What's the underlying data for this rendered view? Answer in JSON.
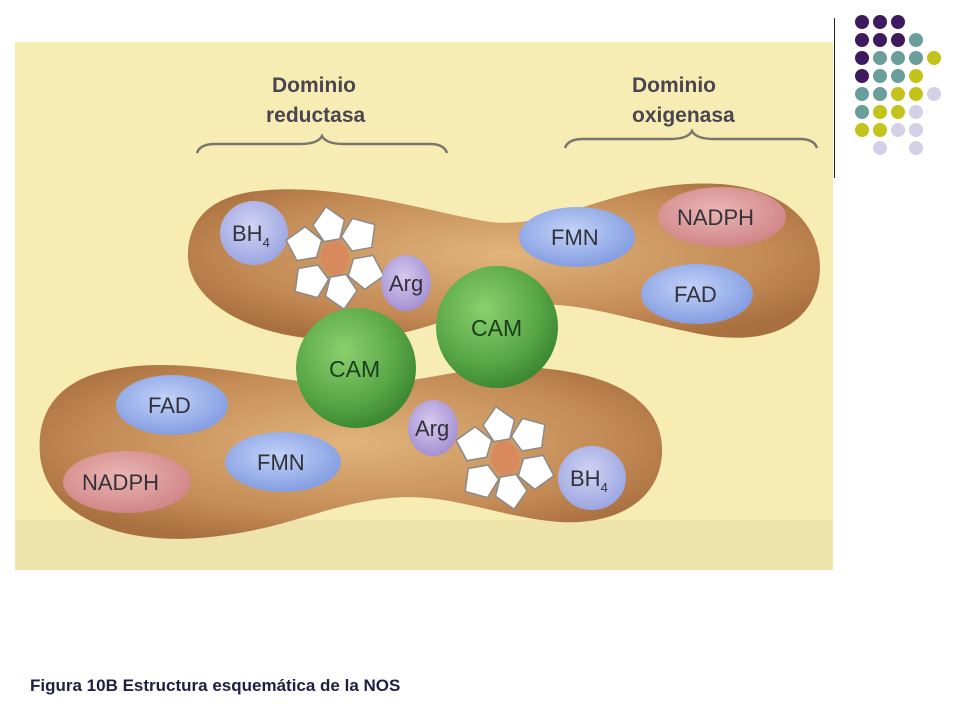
{
  "diagram": {
    "domains": {
      "reductase": [
        "Dominio",
        "reductasa"
      ],
      "oxygenase": [
        "Dominio",
        "oxigenasa"
      ]
    },
    "top_molecule": {
      "bh4": "BH",
      "bh4_sub": "4",
      "arg": "Arg",
      "fmn": "FMN",
      "nadph": "NADPH",
      "fad": "FAD"
    },
    "calmodulin": {
      "top": "CAM",
      "bottom": "CAM"
    },
    "bottom_molecule": {
      "fad": "FAD",
      "fmn": "FMN",
      "nadph": "NADPH",
      "arg": "Arg",
      "bh4": "BH",
      "bh4_sub": "4"
    }
  },
  "caption": "Figura 10B Estructura esquemática de la NOS",
  "colors": {
    "background_panel": "#f6ecb4",
    "enzyme_body": "#c8955e",
    "calmodulin": "#5fac4c",
    "blue_cofactor": "#8ea7e6",
    "pink_cofactor": "#d79496",
    "arg": "#b7a3dc",
    "dot_dark_purple": "#3d1a5e",
    "dot_teal": "#6a9e9b",
    "dot_yellow": "#c3c31b",
    "dot_lavender": "#d4d0e6"
  }
}
